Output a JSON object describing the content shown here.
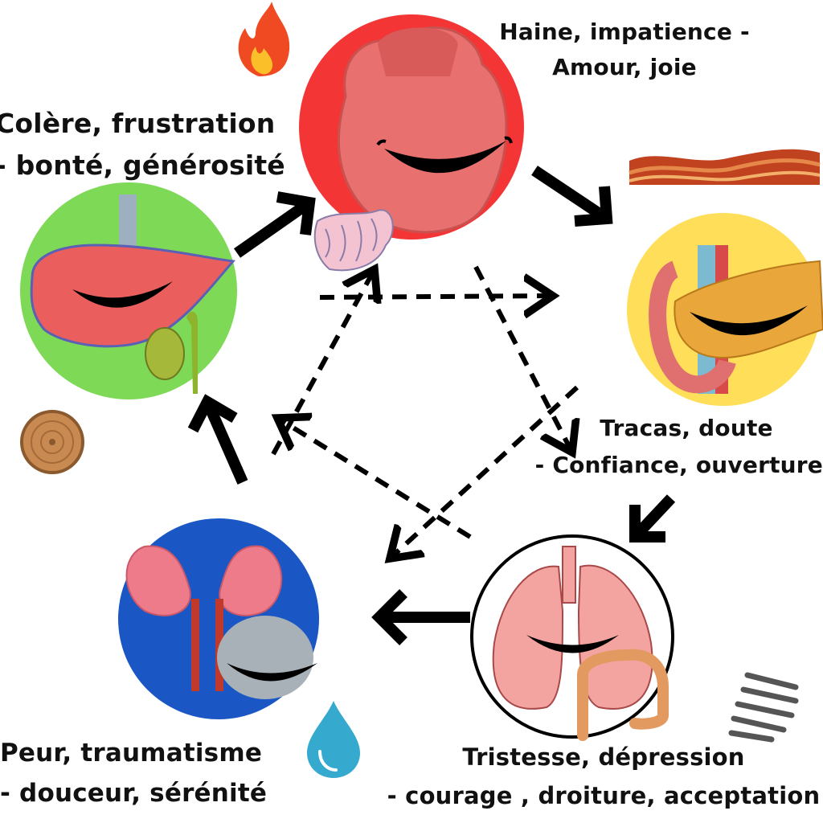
{
  "elements": {
    "heart": {
      "label_line1": "Haine, impatience -",
      "label_line2": "Amour, joie",
      "circle_color": "#f33535",
      "symbol": "fire-icon"
    },
    "liver": {
      "label_line1": "Colère, frustration",
      "label_line2": "- bonté, générosité",
      "circle_color": "#7ed957",
      "symbol": "wood-log-icon"
    },
    "spleen": {
      "label_line1": "Tracas, doute",
      "label_line2": "- Confiance, ouverture",
      "circle_color": "#ffde59",
      "symbol": "earth-icon"
    },
    "lung": {
      "label_line1": "Tristesse, dépression",
      "label_line2": "- courage , droiture, acceptation",
      "circle_color": "#ffffff",
      "symbol": "metal-spring-icon"
    },
    "kidney": {
      "label_line1": "Peur, traumatisme",
      "label_line2": "- douceur, sérénité",
      "circle_color": "#1a57c4",
      "symbol": "water-drop-icon"
    }
  },
  "colors": {
    "arrow": "#000000",
    "text": "#111111"
  }
}
